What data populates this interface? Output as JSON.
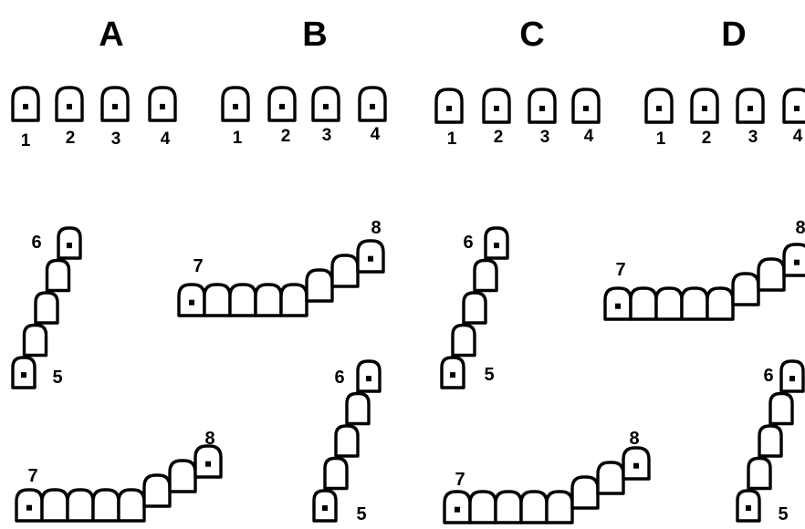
{
  "panels": [
    {
      "title": "A",
      "top_labels": [
        "1",
        "2",
        "3",
        "4"
      ],
      "labels": {
        "l5": "5",
        "l6": "6",
        "l7": "7",
        "l8": "8"
      }
    },
    {
      "title": "B",
      "top_labels": [
        "1",
        "2",
        "3",
        "4"
      ],
      "labels": {
        "l5": "5",
        "l6": "6",
        "l7": "7",
        "l8": "8"
      }
    },
    {
      "title": "C",
      "top_labels": [
        "1",
        "2",
        "3",
        "4"
      ],
      "labels": {
        "l5": "5",
        "l6": "6",
        "l7": "7",
        "l8": "8"
      }
    },
    {
      "title": "D",
      "top_labels": [
        "1",
        "2",
        "3",
        "4"
      ],
      "labels": {
        "l5": "5",
        "l6": "6",
        "l7": "7",
        "l8": "8"
      }
    }
  ]
}
